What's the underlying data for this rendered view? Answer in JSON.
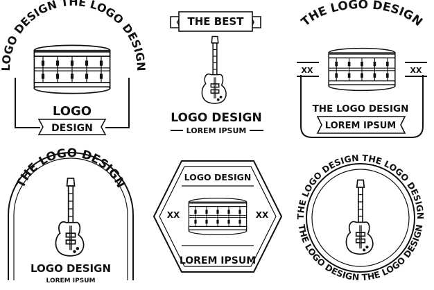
{
  "badges": [
    {
      "arc_text": "LOGO DESIGN THE LOGO DESIGN",
      "title": "LOGO",
      "ribbon": "DESIGN"
    },
    {
      "ribbon": "THE BEST",
      "title": "LOGO DESIGN",
      "subtitle": "LOREM IPSUM"
    },
    {
      "arc_text": "THE LOGO DESIGN",
      "left_tag": "XX",
      "right_tag": "XX",
      "title": "THE LOGO DESIGN",
      "subtitle": "LOREM IPSUM"
    },
    {
      "arc_text": "THE LOGO DESIGN",
      "title": "LOGO DESIGN",
      "subtitle": "LOREM IPSUM"
    },
    {
      "title": "LOGO DESIGN",
      "left_tag": "XX",
      "right_tag": "XX",
      "subtitle": "LOREM IPSUM"
    },
    {
      "arc_top": "THE LOGO DESIGN THE LOGO DESIGN",
      "arc_bottom": "THE LOGO DESIGN THE LOGO DESIGN"
    }
  ],
  "icons": [
    "drum-icon",
    "guitar-icon",
    "drum-icon",
    "guitar-icon",
    "drum-icon",
    "guitar-icon"
  ]
}
